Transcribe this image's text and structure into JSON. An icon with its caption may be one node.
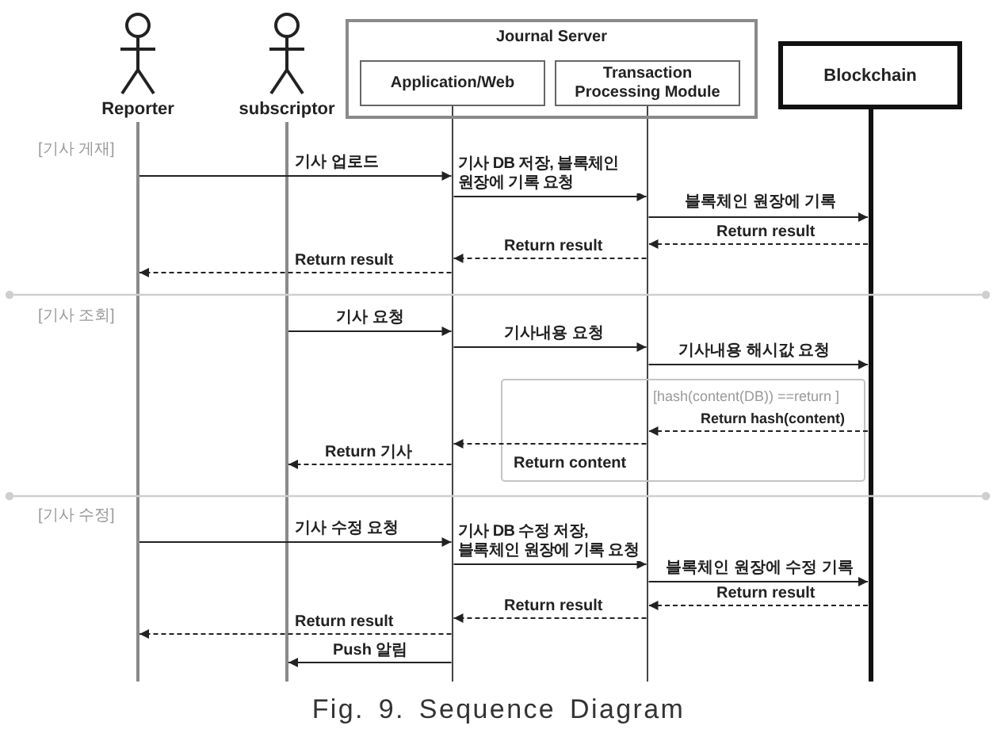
{
  "diagram": {
    "caption": "Fig. 9. Sequence Diagram",
    "nodes": [
      {
        "text": [
          "Reporter"
        ]
      },
      {
        "text": [
          "subscriptor"
        ]
      },
      {
        "text": [
          "Journal Server"
        ]
      },
      {
        "text": [
          "Application/Web"
        ],
        "in": 2
      },
      {
        "text": [
          "Transaction Processing Module"
        ],
        "in": 2
      },
      {
        "text": [
          "Blockchain"
        ]
      },
      {
        "text": [],
        "shape": "bar"
      },
      {
        "text": [],
        "shape": "bar"
      },
      {
        "text": [],
        "shape": "bar"
      },
      {
        "text": [],
        "shape": "bar"
      },
      {
        "text": [],
        "shape": "bar"
      }
    ],
    "edges": [
      {
        "from": 6,
        "to": 8,
        "arrow": "to",
        "label": "기사 업로드"
      },
      {
        "from": 8,
        "to": 9,
        "arrow": "to",
        "label": "기사 DB 저장, 블록체인 원장에 기록 요청"
      },
      {
        "from": 9,
        "to": 10,
        "arrow": "to",
        "label": "블록체인 원장에 기록"
      },
      {
        "from": 10,
        "to": 9,
        "arrow": "to",
        "label": "Return result",
        "style": "dashed"
      },
      {
        "from": 9,
        "to": 8,
        "arrow": "to",
        "label": "Return result",
        "style": "dashed"
      },
      {
        "from": 8,
        "to": 6,
        "arrow": "to",
        "label": "Return result",
        "style": "dashed"
      },
      {
        "from": 7,
        "to": 8,
        "arrow": "to",
        "label": "기사 요청"
      },
      {
        "from": 8,
        "to": 9,
        "arrow": "to",
        "label": "기사내용 요청"
      },
      {
        "from": 9,
        "to": 10,
        "arrow": "to",
        "label": "기사내용 해시값 요청"
      },
      {
        "from": 10,
        "to": 9,
        "arrow": "to",
        "label": "Return hash(content)",
        "style": "dashed"
      },
      {
        "from": 9,
        "to": 8,
        "arrow": "to",
        "label": "Return content",
        "style": "dashed"
      },
      {
        "from": 8,
        "to": 7,
        "arrow": "to",
        "label": "Return 기사",
        "style": "dashed"
      },
      {
        "from": 6,
        "to": 8,
        "arrow": "to",
        "label": "기사 수정 요청"
      },
      {
        "from": 8,
        "to": 9,
        "arrow": "to",
        "label": "기사 DB 수정 저장, 블록체인 원장에 기록 요청"
      },
      {
        "from": 9,
        "to": 10,
        "arrow": "to",
        "label": "블록체인 원장에 수정 기록"
      },
      {
        "from": 10,
        "to": 9,
        "arrow": "to",
        "label": "Return result",
        "style": "dashed"
      },
      {
        "from": 9,
        "to": 8,
        "arrow": "to",
        "label": "Return result",
        "style": "dashed"
      },
      {
        "from": 8,
        "to": 6,
        "arrow": "to",
        "label": "Return result",
        "style": "dashed"
      },
      {
        "from": 8,
        "to": 7,
        "arrow": "to",
        "label": "Push 알림"
      }
    ],
    "labels": [
      "[기사 게재]",
      "[기사 조회]",
      "[hash(content(DB)) ==return ]",
      "[기사 수정]"
    ]
  }
}
